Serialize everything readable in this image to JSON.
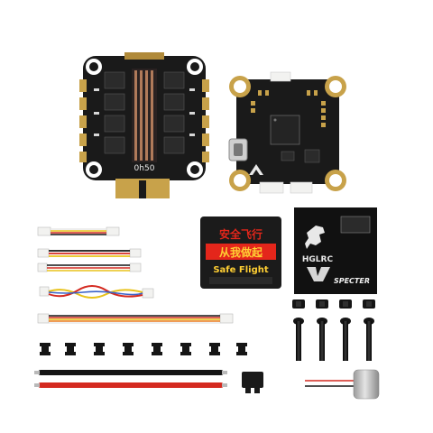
{
  "esc": {
    "label": "0h50"
  },
  "sticker_red": {
    "line1": "安全飞行",
    "line2": "从我做起",
    "line3": "Safe Flight"
  },
  "sticker_dark": {
    "brand": "HGLRC",
    "product": "SPECTER"
  },
  "colors": {
    "pcb": "#1a1a1a",
    "gold": "#c8a24a",
    "wire_red": "#d42a20",
    "wire_black": "#151515",
    "wire_yellow": "#e8c21a",
    "wire_orange": "#e87a20",
    "sticker_red": "#e4261b",
    "connector": "#f2f2f0"
  },
  "icons": [
    "dinosaur-icon",
    "hglrc-logo-icon"
  ]
}
